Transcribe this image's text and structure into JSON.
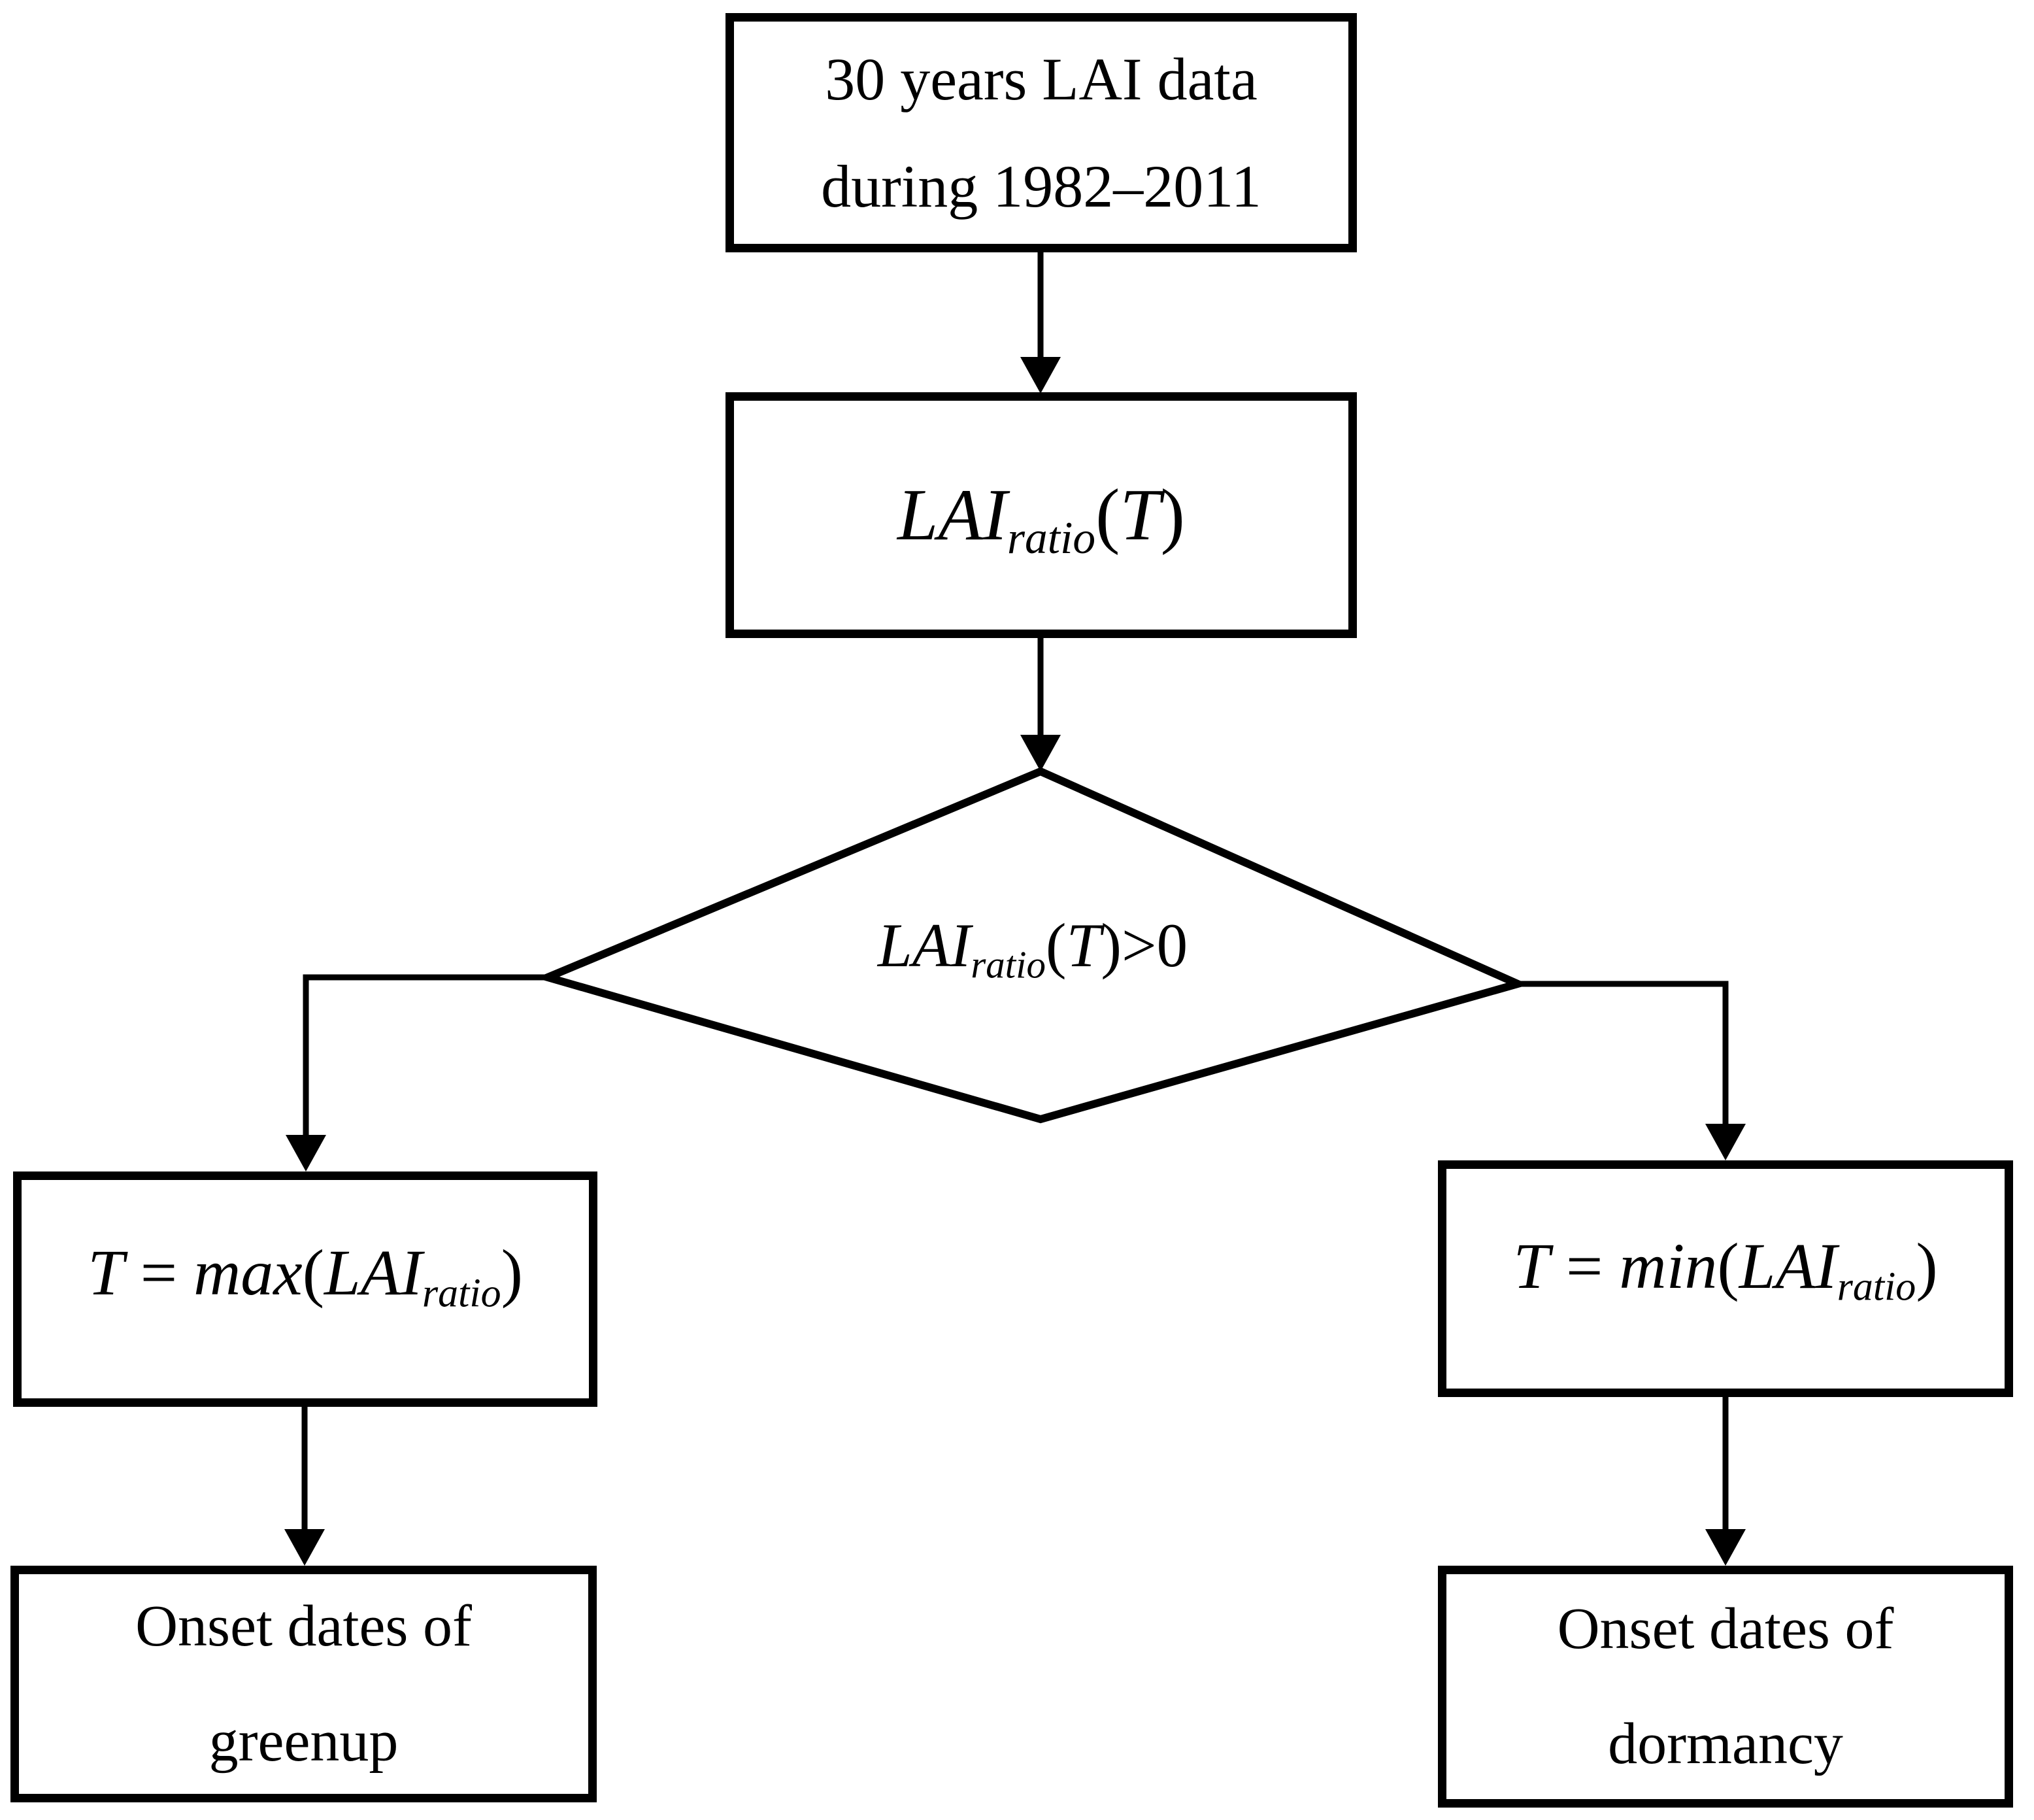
{
  "figure": {
    "background_color": "#ffffff",
    "line_color": "#000000",
    "type": "flowchart"
  },
  "nodes": {
    "input_data": {
      "line1": "30 years LAI data",
      "line2": "during 1982–2011"
    },
    "lai_ratio": {
      "name": "LAI",
      "sub": "ratio",
      "open": "(",
      "var": "T",
      "close": ")"
    },
    "decision": {
      "name": "LAI",
      "sub": "ratio",
      "open": "(",
      "var": "T",
      "close": ")",
      "cmp": ">0"
    },
    "max_branch": {
      "var": "T",
      "eq": " = ",
      "func": "max",
      "open": "(",
      "name": "LAI",
      "sub": "ratio",
      "close": ")"
    },
    "min_branch": {
      "var": "T",
      "eq": " = ",
      "func": "min",
      "open": "(",
      "name": "LAI",
      "sub": "ratio",
      "close": ")"
    },
    "greenup": {
      "line1": "Onset dates of",
      "line2": "greenup"
    },
    "dormancy": {
      "line1": "Onset dates of",
      "line2": "dormancy"
    }
  },
  "edges": [
    {
      "from": "input_data",
      "to": "lai_ratio"
    },
    {
      "from": "lai_ratio",
      "to": "decision"
    },
    {
      "from": "decision",
      "to": "max_branch"
    },
    {
      "from": "decision",
      "to": "min_branch"
    },
    {
      "from": "max_branch",
      "to": "greenup"
    },
    {
      "from": "min_branch",
      "to": "dormancy"
    }
  ]
}
